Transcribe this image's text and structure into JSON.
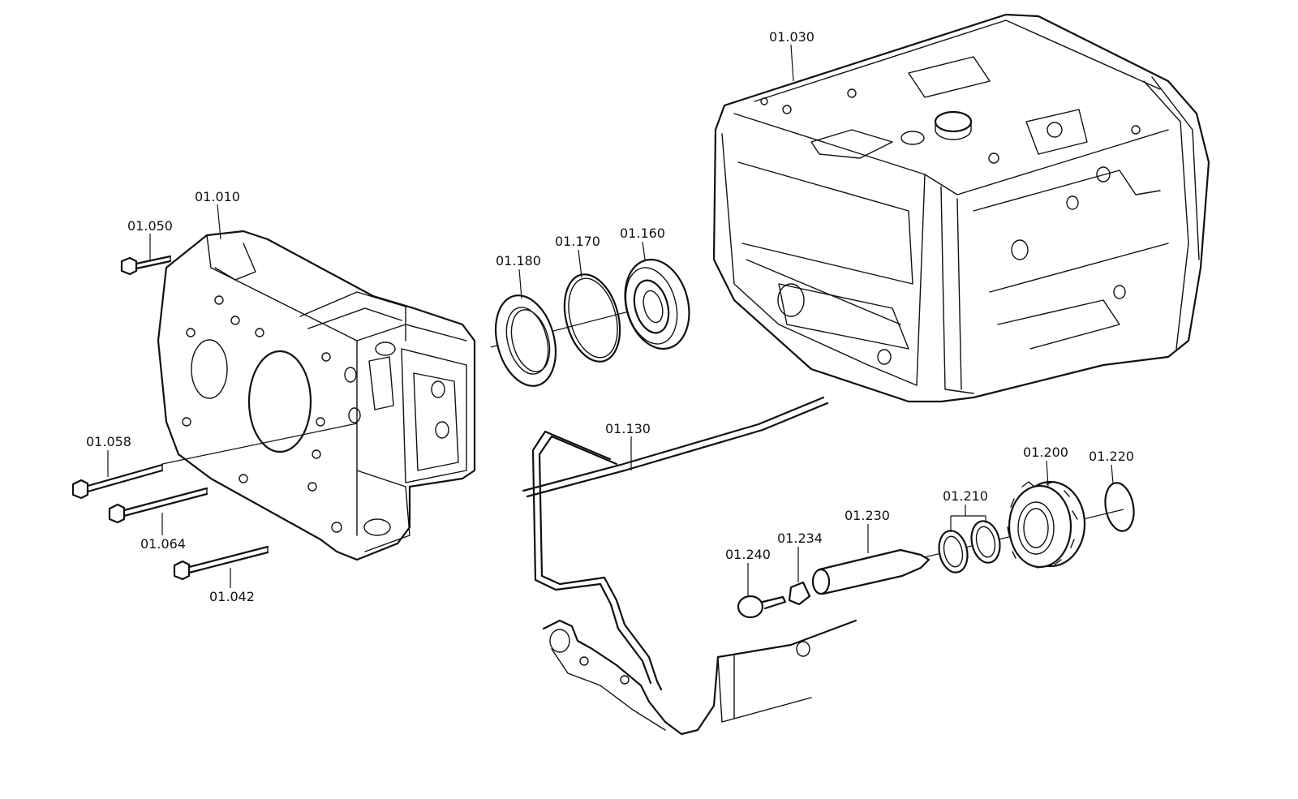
{
  "callouts": [
    {
      "id": "01.030"
    },
    {
      "id": "01.010"
    },
    {
      "id": "01.050"
    },
    {
      "id": "01.180"
    },
    {
      "id": "01.170"
    },
    {
      "id": "01.160"
    },
    {
      "id": "01.130"
    },
    {
      "id": "01.058"
    },
    {
      "id": "01.064"
    },
    {
      "id": "01.042"
    },
    {
      "id": "01.200"
    },
    {
      "id": "01.220"
    },
    {
      "id": "01.210"
    },
    {
      "id": "01.230"
    },
    {
      "id": "01.234"
    },
    {
      "id": "01.240"
    }
  ]
}
